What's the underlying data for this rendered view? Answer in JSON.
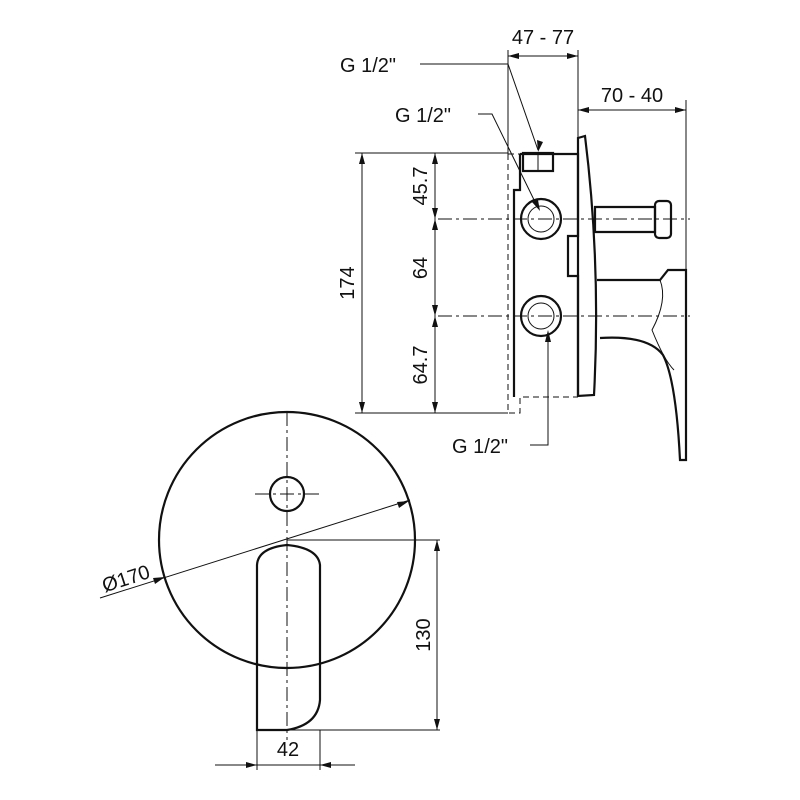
{
  "dimensions": {
    "top_span": "47 - 77",
    "right_span": "70 - 40",
    "thread_top": "G 1/2\"",
    "thread_upper": "G 1/2\"",
    "thread_lower": "G 1/2\"",
    "total_height": "174",
    "segment_top": "45.7",
    "segment_mid": "64",
    "segment_bottom": "64.7",
    "plate_diameter": "Ø170",
    "lever_height": "130",
    "lever_width": "42"
  },
  "colors": {
    "line": "#111111",
    "background": "#ffffff"
  }
}
